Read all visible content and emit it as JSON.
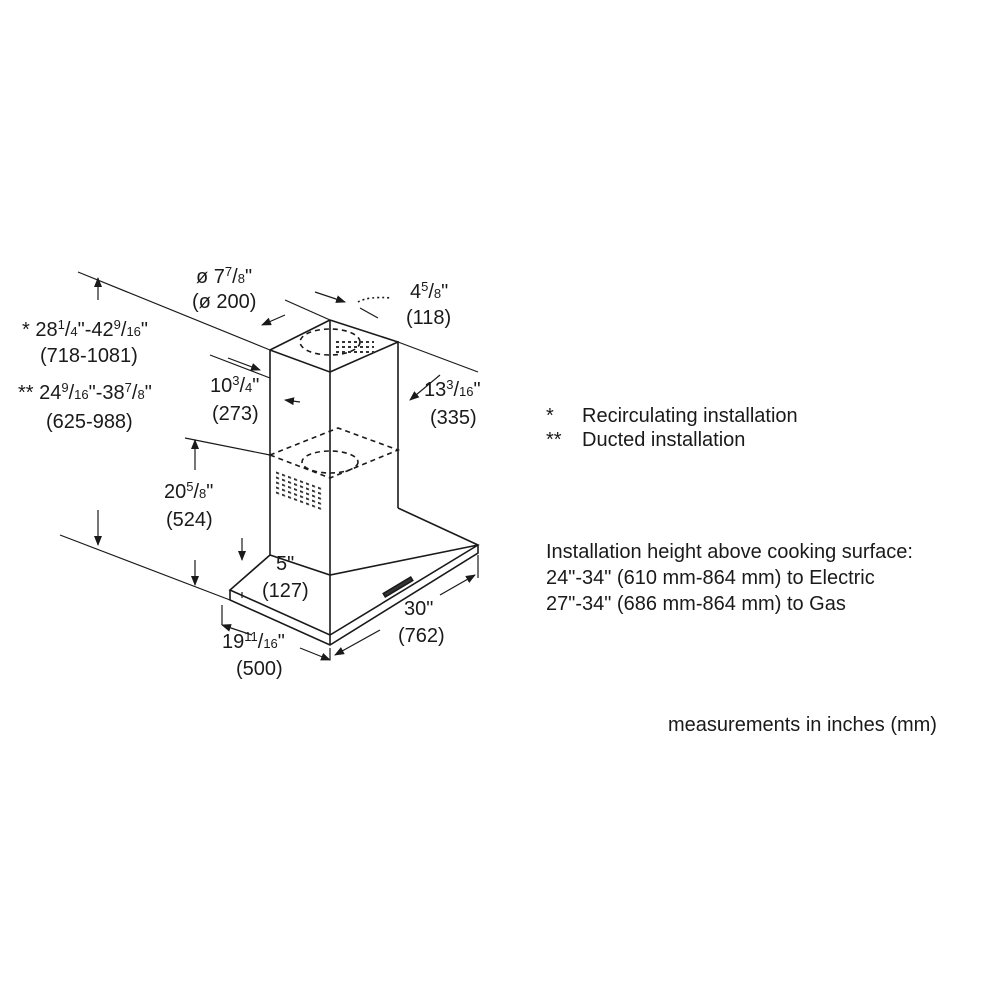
{
  "dimensions": {
    "duct_diameter": {
      "imperial": {
        "whole": "ø 7",
        "num": "7",
        "den": "8",
        "unit": "\""
      },
      "metric": "(ø 200)"
    },
    "chimney_depth_top": {
      "imperial": {
        "whole": "4",
        "num": "5",
        "den": "8",
        "unit": "\""
      },
      "metric": "(118)"
    },
    "chimney_width": {
      "imperial": {
        "whole": "10",
        "num": "3",
        "den": "4",
        "unit": "\""
      },
      "metric": "(273)"
    },
    "chimney_depth": {
      "imperial": {
        "whole": "13",
        "num": "3",
        "den": "16",
        "unit": "\""
      },
      "metric": "(335)"
    },
    "recirc_height": {
      "prefix": "* ",
      "a": {
        "whole": "28",
        "num": "1",
        "den": "4"
      },
      "b": {
        "whole": "42",
        "num": "9",
        "den": "16"
      },
      "metric": "(718-1081)"
    },
    "ducted_height": {
      "prefix": "** ",
      "a": {
        "whole": "24",
        "num": "9",
        "den": "16"
      },
      "b": {
        "whole": "38",
        "num": "7",
        "den": "8"
      },
      "metric": "(625-988)"
    },
    "lower_chimney": {
      "imperial": {
        "whole": "20",
        "num": "5",
        "den": "8",
        "unit": "\""
      },
      "metric": "(524)"
    },
    "canopy_height": {
      "imperial": "5\"",
      "metric": "(127)"
    },
    "hood_depth": {
      "imperial": {
        "whole": "19",
        "num": "11",
        "den": "16",
        "unit": "\""
      },
      "metric": "(500)"
    },
    "hood_width": {
      "imperial": "30\"",
      "metric": "(762)"
    }
  },
  "legend": [
    {
      "symbol": "*",
      "label": "Recirculating installation"
    },
    {
      "symbol": "**",
      "label": "Ducted installation"
    }
  ],
  "installation_notes": {
    "title": "Installation height above cooking surface:",
    "electric": "24\"-34\" (610 mm-864 mm) to Electric",
    "gas": "27\"-34\" (686 mm-864 mm) to Gas"
  },
  "units_note": "measurements in inches (mm)"
}
